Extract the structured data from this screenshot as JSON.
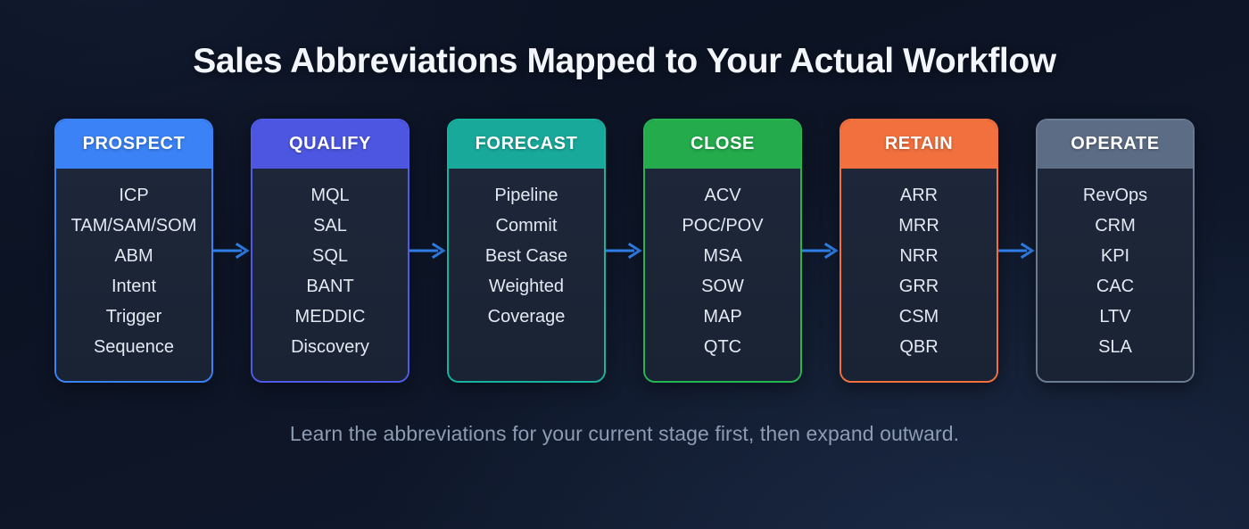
{
  "header": {
    "title": "Sales Abbreviations Mapped to Your Actual Workflow"
  },
  "footer": {
    "note": "Learn the abbreviations for your current stage first, then expand outward."
  },
  "connector": {
    "icon": "arrow-right-icon",
    "color": "#2f7fe8",
    "count": 5
  },
  "theme": {
    "background": "#0c1322",
    "card_body": "#1b2436",
    "card_text": "#e3e9f2",
    "title_text": "#f2f5fa",
    "footer_text": "#8d9bb3"
  },
  "flow": {
    "stages": [
      {
        "label": "PROSPECT",
        "accent": "#3b82f6",
        "border": "#3b82f6",
        "items": [
          "ICP",
          "TAM/SAM/SOM",
          "ABM",
          "Intent",
          "Trigger",
          "Sequence"
        ]
      },
      {
        "label": "QUALIFY",
        "accent": "#4c56e0",
        "border": "#4f5ae6",
        "items": [
          "MQL",
          "SAL",
          "SQL",
          "BANT",
          "MEDDIC",
          "Discovery"
        ]
      },
      {
        "label": "FORECAST",
        "accent": "#18a99b",
        "border": "#16b39f",
        "items": [
          "Pipeline",
          "Commit",
          "Best Case",
          "Weighted",
          "Coverage"
        ]
      },
      {
        "label": "CLOSE",
        "accent": "#23ab4c",
        "border": "#27b551",
        "items": [
          "ACV",
          "POC/POV",
          "MSA",
          "SOW",
          "MAP",
          "QTC"
        ]
      },
      {
        "label": "RETAIN",
        "accent": "#f2703e",
        "border": "#f2703e",
        "items": [
          "ARR",
          "MRR",
          "NRR",
          "GRR",
          "CSM",
          "QBR"
        ]
      },
      {
        "label": "OPERATE",
        "accent": "#5c6c85",
        "border": "#6a7a92",
        "items": [
          "RevOps",
          "CRM",
          "KPI",
          "CAC",
          "LTV",
          "SLA"
        ]
      }
    ]
  }
}
